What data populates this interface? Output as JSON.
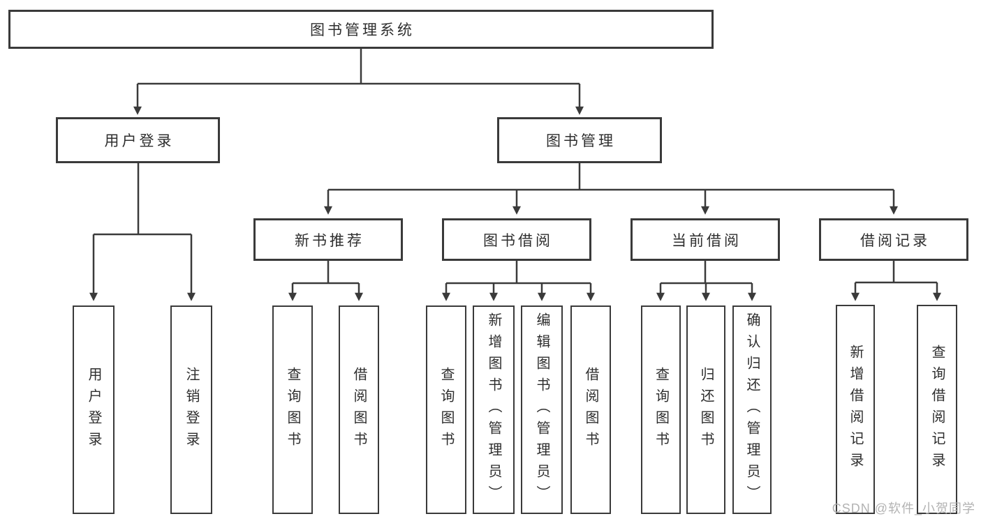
{
  "diagram_title": "图书管理系统",
  "nodes": {
    "root": "图书管理系统",
    "login": "用户登录",
    "mgmt": "图书管理",
    "rec": "新书推荐",
    "bor": "图书借阅",
    "cur": "当前借阅",
    "brec": "借阅记录",
    "leaf_login": "用户登录",
    "leaf_logout": "注销登录",
    "leaf_rec_query": "查询图书",
    "leaf_rec_borrow": "借阅图书",
    "leaf_bor_query": "查询图书",
    "leaf_bor_add": "新增图书（管理员）",
    "leaf_bor_edit": "编辑图书（管理员）",
    "leaf_bor_borrow": "借阅图书",
    "leaf_cur_query": "查询图书",
    "leaf_cur_return": "归还图书",
    "leaf_cur_confirm": "确认归还（管理员）",
    "leaf_brec_add": "新增借阅记录",
    "leaf_brec_query": "查询借阅记录"
  },
  "watermark": "CSDN @软件_小贺同学",
  "colors": {
    "line": "#3a3a3a",
    "border": "#3a3a3a",
    "text": "#2e2e2e",
    "watermark": "#b3b3b3",
    "background": "#ffffff"
  }
}
